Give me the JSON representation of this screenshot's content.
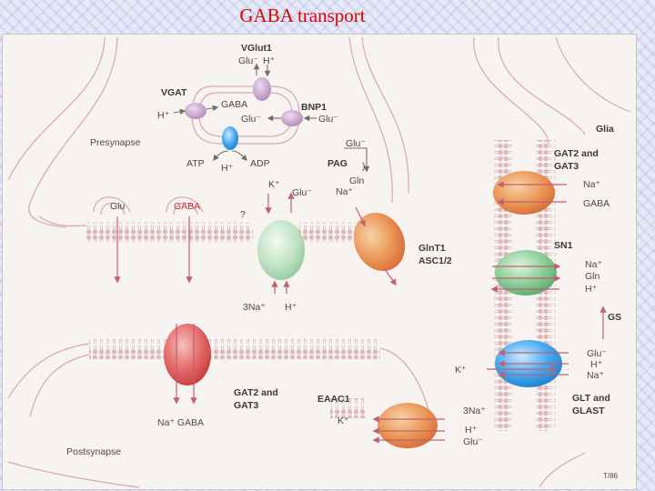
{
  "slide": {
    "title": "GABA transport"
  },
  "labels": {
    "vglut1": "VGlut1",
    "vglut_glu": "Glu⁻",
    "vglut_h": "H⁺",
    "vgat": "VGAT",
    "vgat_h": "H⁺",
    "vesicle_gaba": "GABA",
    "vesicle_glu": "Glu⁻",
    "bnp1": "BNP1",
    "bnp1_glu": "Glu⁻",
    "presynapse": "Presynapse",
    "atp": "ATP",
    "adp": "ADP",
    "atpase_h": "H⁺",
    "pag_glu": "Glu⁻",
    "pag": "PAG",
    "pag_paren": ")",
    "pag_gln": "Gln",
    "pag_na": "Na⁺",
    "k_in": "K⁺",
    "glu_out": "Glu⁻",
    "question": "?",
    "cleft_glu": "Glu",
    "cleft_gaba": "GABA",
    "gln_3na": "3Na⁺",
    "gln_h": "H⁺",
    "glnt1": "GlnT1",
    "asc12": "ASC1/2",
    "glia": "Glia",
    "glia_gat": "GAT2 and",
    "glia_gat2": "GAT3",
    "glia_gat_na": "Na⁺",
    "glia_gat_gaba": "GABA",
    "sn1": "SN1",
    "sn1_na": "Na⁺",
    "sn1_gln": "Gln",
    "sn1_h": "H⁺",
    "gs": "GS",
    "glt_glu": "Glu⁻",
    "glt_h": "H⁺",
    "glt_na": "Na⁺",
    "glt_k": "K⁺",
    "glt": "GLT and",
    "glast": "GLAST",
    "post_gat": "GAT2 and",
    "post_gat2": "GAT3",
    "post_na_gaba": "Na⁺ GABA",
    "eaac1": "EAAC1",
    "eaac_k": "K⁺",
    "eaac_3na": "3Na⁺",
    "eaac_h": "H⁺",
    "eaac_glu": "Glu⁻",
    "postsynapse": "Postsynapse",
    "credit": "T/86"
  },
  "colors": {
    "title": "#e00000",
    "vesicle_transporter": "#c39ac6",
    "atpase": "#4aa3e0",
    "transporter_orange": "#e88a50",
    "transporter_green": "#7cc48a",
    "transporter_red": "#e05a5a",
    "transporter_blue": "#3aa0e6",
    "membrane": "#d9a7ad",
    "arrow": "#c06070"
  }
}
